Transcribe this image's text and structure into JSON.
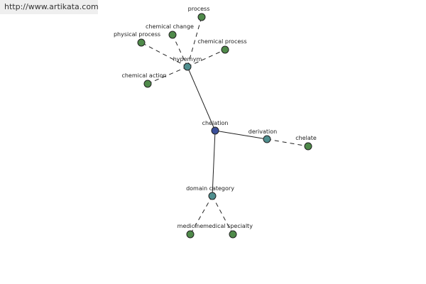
{
  "watermark": "http://www.artikata.com",
  "colors": {
    "center": "#3b4f9a",
    "relation": "#4f8f8f",
    "leaf": "#4f8a4a"
  },
  "graph": {
    "nodes": [
      {
        "id": "chelation",
        "label": "chelation",
        "kind": "center"
      },
      {
        "id": "hypernym",
        "label": "hypernym",
        "kind": "relation"
      },
      {
        "id": "derivation",
        "label": "derivation",
        "kind": "relation"
      },
      {
        "id": "domain",
        "label": "domain category",
        "kind": "relation"
      },
      {
        "id": "process",
        "label": "process",
        "kind": "leaf"
      },
      {
        "id": "chemchange",
        "label": "chemical change",
        "kind": "leaf"
      },
      {
        "id": "physproc",
        "label": "physical process",
        "kind": "leaf"
      },
      {
        "id": "chemproc",
        "label": "chemical process",
        "kind": "leaf"
      },
      {
        "id": "chemaction",
        "label": "chemical action",
        "kind": "leaf"
      },
      {
        "id": "chelate",
        "label": "chelate",
        "kind": "leaf"
      },
      {
        "id": "medicine",
        "label": "medicine",
        "kind": "leaf"
      },
      {
        "id": "medspec",
        "label": "medical specialty",
        "kind": "leaf"
      }
    ],
    "edges": [
      {
        "from": "chelation",
        "to": "hypernym",
        "style": "solid"
      },
      {
        "from": "chelation",
        "to": "derivation",
        "style": "solid"
      },
      {
        "from": "chelation",
        "to": "domain",
        "style": "solid"
      },
      {
        "from": "hypernym",
        "to": "process",
        "style": "dashed"
      },
      {
        "from": "hypernym",
        "to": "chemchange",
        "style": "dashed"
      },
      {
        "from": "hypernym",
        "to": "physproc",
        "style": "dashed"
      },
      {
        "from": "hypernym",
        "to": "chemproc",
        "style": "dashed"
      },
      {
        "from": "hypernym",
        "to": "chemaction",
        "style": "dashed"
      },
      {
        "from": "derivation",
        "to": "chelate",
        "style": "dashed"
      },
      {
        "from": "domain",
        "to": "medicine",
        "style": "dashed"
      },
      {
        "from": "domain",
        "to": "medspec",
        "style": "dashed"
      }
    ]
  }
}
